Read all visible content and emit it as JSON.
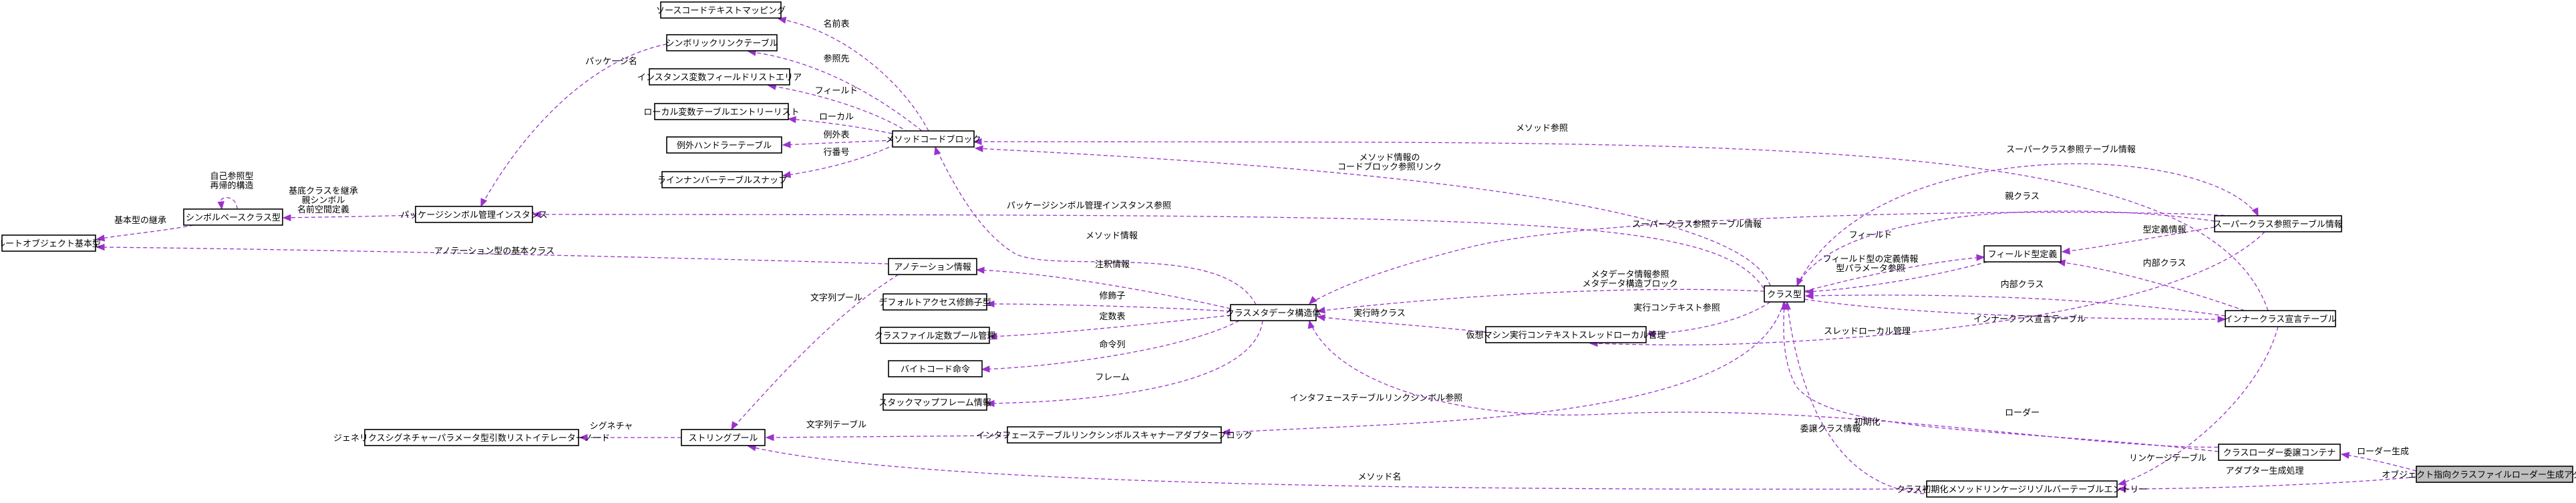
{
  "diagram": {
    "title": "",
    "nodes": [
      {
        "id": "n_tl1",
        "label": "ソースコードテキストマッピング"
      },
      {
        "id": "n_tl2",
        "label": "シンボリックリンクテーブル"
      },
      {
        "id": "n_tl3",
        "label": "インスタンス変数フィールドリストエリア"
      },
      {
        "id": "n_tl4",
        "label": "ローカル変数テーブルエントリーリスト"
      },
      {
        "id": "n_tl5",
        "label": "例外ハンドラーテーブル"
      },
      {
        "id": "n_tl6",
        "label": "ラインナンバーテーブルスナップ"
      },
      {
        "id": "n_methodhub",
        "label": "メソッドコードブロック"
      },
      {
        "id": "n_pkgsym",
        "label": "パッケージシンボル管理インスタンス"
      },
      {
        "id": "n_symbase",
        "label": "シンボルベースクラス型"
      },
      {
        "id": "n_root",
        "label": "ルートオブジェクト基本型"
      },
      {
        "id": "n_m1",
        "label": "アノテーション情報"
      },
      {
        "id": "n_m2",
        "label": "デフォルトアクセス修飾子型"
      },
      {
        "id": "n_m3",
        "label": "クラスファイル定数プール管理"
      },
      {
        "id": "n_m4",
        "label": "バイトコード命令"
      },
      {
        "id": "n_m5",
        "label": "スタックマップフレーム情報"
      },
      {
        "id": "n_classhub",
        "label": "クラスメタデータ構造体"
      },
      {
        "id": "n_longmid",
        "label": "インタフェーステーブルリンクシンボルスキャナーアダプターブロック"
      },
      {
        "id": "n_strpool",
        "label": "ストリングプール"
      },
      {
        "id": "n_leftlong",
        "label": "ジェネリクスシグネチャーパラメータ型引数リストイテレーターノード"
      },
      {
        "id": "n_vmcore",
        "label": "仮想マシン実行コンテキストスレッドローカル管理"
      },
      {
        "id": "n_center",
        "label": "クラス型"
      },
      {
        "id": "n_ftype",
        "label": "フィールド型定義"
      },
      {
        "id": "n_r1",
        "label": "スーパークラス参照テーブル情報"
      },
      {
        "id": "n_r2",
        "label": "インナークラス宣言テーブル"
      },
      {
        "id": "n_r3",
        "label": "クラスローダー委譲コンテナ"
      },
      {
        "id": "n_bottomlong",
        "label": "クラス初期化メソッドリンケージリゾルバーテーブルエントリー"
      },
      {
        "id": "n_focus",
        "label": "オブジェクト指向クラスファイルローダー生成アダプター"
      }
    ],
    "edges": [
      {
        "from": "n_methodhub",
        "to": "n_tl1",
        "label": "名前表"
      },
      {
        "from": "n_methodhub",
        "to": "n_tl2",
        "label": "参照先"
      },
      {
        "from": "n_methodhub",
        "to": "n_tl3",
        "label": "フィールド"
      },
      {
        "from": "n_methodhub",
        "to": "n_tl4",
        "label": "ローカル"
      },
      {
        "from": "n_methodhub",
        "to": "n_tl5",
        "label": "例外表"
      },
      {
        "from": "n_methodhub",
        "to": "n_tl6",
        "label": "行番号"
      },
      {
        "from": "n_tl2",
        "to": "n_pkgsym",
        "label": "パッケージ名"
      },
      {
        "from": "n_pkgsym",
        "to": "n_symbase",
        "label": "基底クラスを継承\n親シンボル\n名前空間定義"
      },
      {
        "from": "n_symbase",
        "to": "n_symbase",
        "label": "自己参照型\n再帰的構造"
      },
      {
        "from": "n_symbase",
        "to": "n_root",
        "label": "基本型の継承"
      },
      {
        "from": "n_m1",
        "to": "n_root",
        "label": "アノテーション型の基本クラス"
      },
      {
        "from": "n_center",
        "to": "n_pkgsym",
        "label": "パッケージシンボル管理インスタンス参照"
      },
      {
        "from": "n_classhub",
        "to": "n_methodhub",
        "label": "メソッド情報"
      },
      {
        "from": "n_classhub",
        "to": "n_m1",
        "label": "注釈情報"
      },
      {
        "from": "n_classhub",
        "to": "n_m2",
        "label": "修飾子"
      },
      {
        "from": "n_classhub",
        "to": "n_m3",
        "label": "定数表"
      },
      {
        "from": "n_classhub",
        "to": "n_m4",
        "label": "命令列"
      },
      {
        "from": "n_classhub",
        "to": "n_m5",
        "label": "フレーム"
      },
      {
        "from": "n_longmid",
        "to": "n_strpool",
        "label": "文字列テーブル"
      },
      {
        "from": "n_strpool",
        "to": "n_leftlong",
        "label": "シグネチャ"
      },
      {
        "from": "n_m1",
        "to": "n_strpool",
        "label": "文字列プール"
      },
      {
        "from": "n_center",
        "to": "n_methodhub",
        "label": "メソッド情報の\nコードブロック参照リンク"
      },
      {
        "from": "n_r2",
        "to": "n_methodhub",
        "label": "メソッド参照"
      },
      {
        "from": "n_center",
        "to": "n_classhub",
        "label": "メタデータ情報参照\nメタデータ構造ブロック"
      },
      {
        "from": "n_vmcore",
        "to": "n_classhub",
        "label": "実行時クラス"
      },
      {
        "from": "n_center",
        "to": "n_longmid",
        "label": "インタフェーステーブルリンクシンボル参照"
      },
      {
        "from": "n_center",
        "to": "n_vmcore",
        "label": "実行コンテキスト参照"
      },
      {
        "from": "n_r3",
        "to": "n_classhub",
        "label": "委譲クラス情報"
      },
      {
        "from": "n_r1",
        "to": "n_classhub",
        "label": "スーパークラス参照テーブル情報"
      },
      {
        "from": "n_center",
        "to": "n_ftype",
        "label": "フィールド型の定義情報\n型パラメータ参照"
      },
      {
        "from": "n_ftype",
        "to": "n_center",
        "label": "フィールド"
      },
      {
        "from": "n_r1",
        "to": "n_ftype",
        "label": "型定義情報"
      },
      {
        "from": "n_r2",
        "to": "n_ftype",
        "label": "内部クラス"
      },
      {
        "from": "n_center",
        "to": "n_r1",
        "label": "スーパークラス参照テーブル情報"
      },
      {
        "from": "n_r1",
        "to": "n_center",
        "label": "親クラス"
      },
      {
        "from": "n_r2",
        "to": "n_center",
        "label": "内部クラス"
      },
      {
        "from": "n_center",
        "to": "n_r2",
        "label": "インナークラス宣言テーブル"
      },
      {
        "from": "n_r1",
        "to": "n_vmcore",
        "label": "スレッドローカル管理"
      },
      {
        "from": "n_r3",
        "to": "n_center",
        "label": "ローダー"
      },
      {
        "from": "n_bottomlong",
        "to": "n_center",
        "label": "初期化"
      },
      {
        "from": "n_bottomlong",
        "to": "n_strpool",
        "label": "メソッド名"
      },
      {
        "from": "n_r2",
        "to": "n_bottomlong",
        "label": "リンケージテーブル"
      },
      {
        "from": "n_focus",
        "to": "n_r3",
        "label": "ローダー生成"
      },
      {
        "from": "n_focus",
        "to": "n_bottomlong",
        "label": "アダプター生成処理"
      }
    ]
  }
}
